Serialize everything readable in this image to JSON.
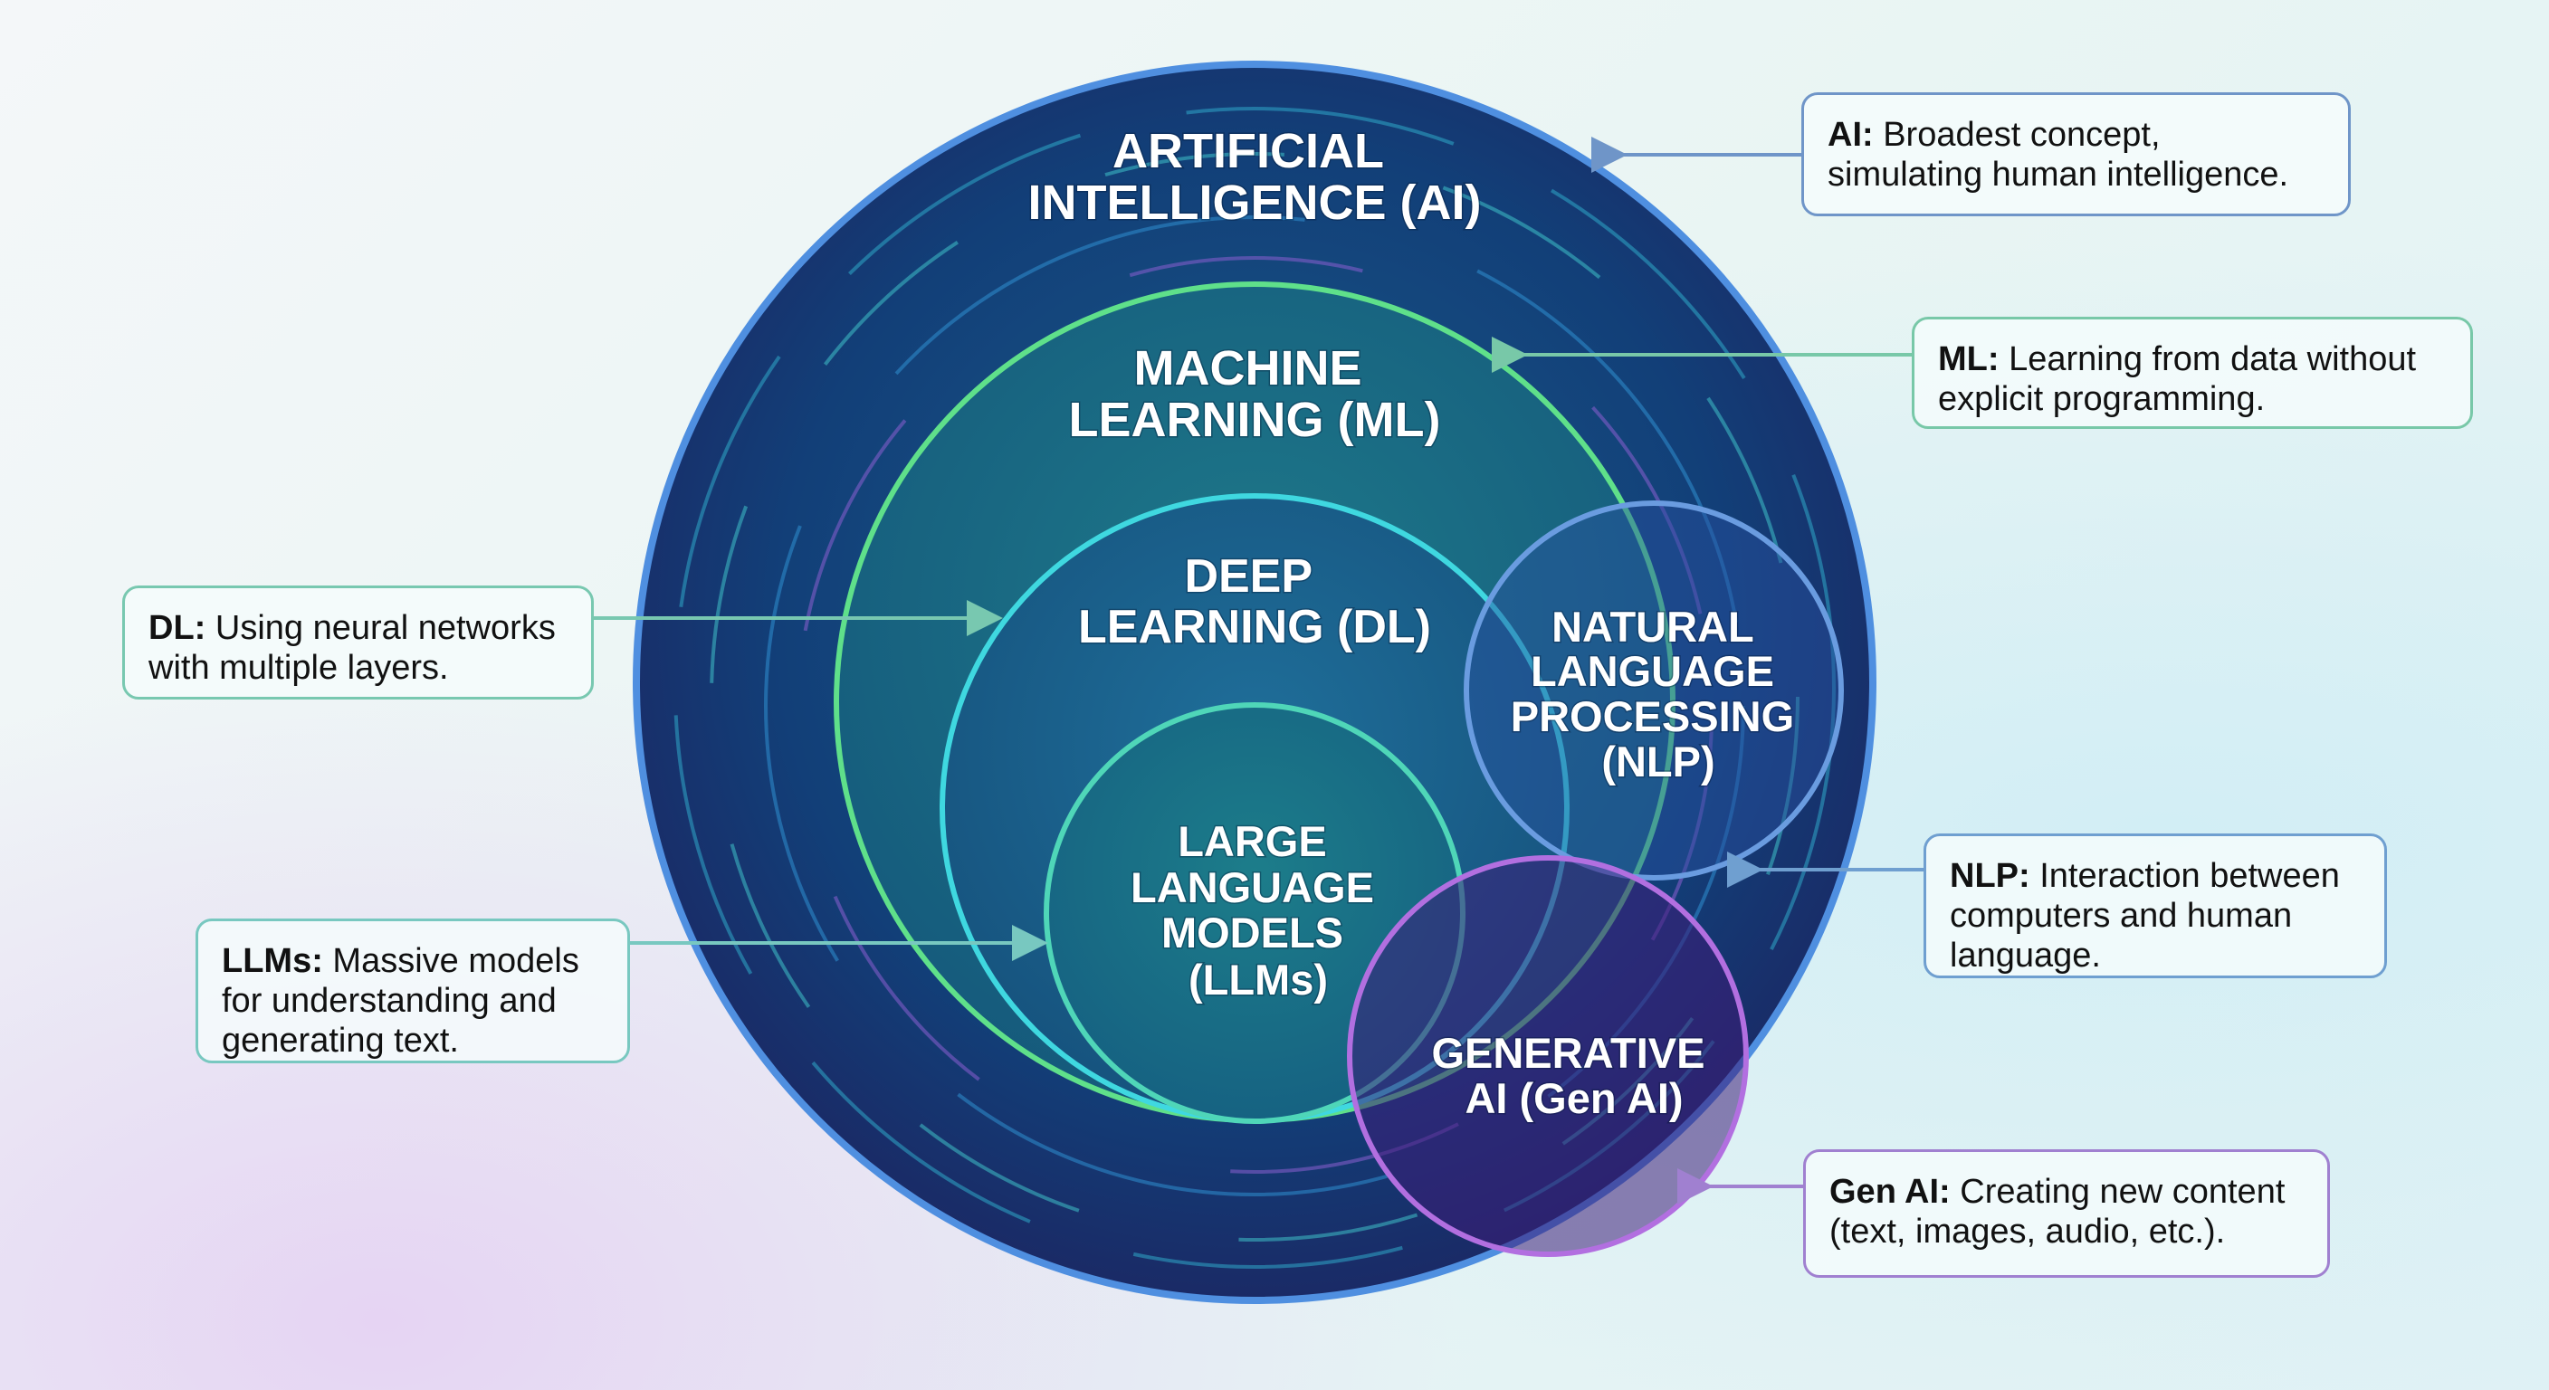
{
  "circles": {
    "ai": {
      "lines": [
        "ARTIFICIAL",
        "INTELLIGENCE (AI)"
      ],
      "color": "#3f7fd6"
    },
    "ml": {
      "lines": [
        "MACHINE",
        "LEARNING (ML)"
      ],
      "color": "#5fe08a"
    },
    "dl": {
      "lines": [
        "DEEP",
        "LEARNING (DL)"
      ],
      "color": "#3fd8e0"
    },
    "llm": {
      "lines": [
        "LARGE",
        "LANGUAGE",
        "MODELS",
        "(LLMs)"
      ],
      "color": "#4fd6b8"
    },
    "nlp": {
      "lines": [
        "NATURAL",
        "LANGUAGE",
        "PROCESSING",
        "(NLP)"
      ],
      "color": "#6a9ce0"
    },
    "genai": {
      "lines": [
        "GENERATIVE",
        "AI (Gen AI)"
      ],
      "color": "#b26fe0"
    }
  },
  "callouts": {
    "ai": {
      "term": "AI:",
      "text": " Broadest concept, simulating human intelligence.",
      "color": "#6f95c8"
    },
    "ml": {
      "term": "ML:",
      "text": " Learning from data without explicit programming.",
      "color": "#78c8a8"
    },
    "dl": {
      "term": "DL:",
      "text": " Using neural networks with multiple layers.",
      "color": "#78c8b0"
    },
    "nlp": {
      "term": "NLP:",
      "text": " Interaction between computers and human language.",
      "color": "#6f9fd0"
    },
    "llm": {
      "term": "LLMs:",
      "text": " Massive models for understanding and generating text.",
      "color": "#78c8c0"
    },
    "genai": {
      "term": "Gen AI:",
      "text": " Creating new content (text, images, audio, etc.).",
      "color": "#a080d0"
    }
  }
}
